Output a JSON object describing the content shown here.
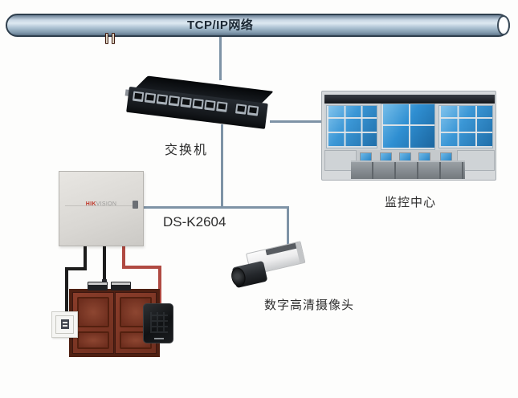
{
  "diagram_type": "access-control-network-topology",
  "bus": {
    "label": "TCP/IP网络"
  },
  "switch": {
    "label": "交换机",
    "main_ports": 8,
    "uplink_ports": 2
  },
  "monitoring_center": {
    "label": "监控中心"
  },
  "controller": {
    "label": "DS-K2604",
    "logo_red": "HIK",
    "logo_gray": "VISION"
  },
  "camera": {
    "label": "数字高清摄像头"
  },
  "colors": {
    "bus_fill": "#a9bfd0",
    "bus_border": "#2f3f4d",
    "connector_line": "#7e93a6",
    "wire_black": "#1c1c1c",
    "wire_red": "#b04a42",
    "screen_blue": "#2f8fd2",
    "door_wood": "#7a3526",
    "controller_body": "#d9d7d3",
    "switch_body": "#15181c"
  }
}
